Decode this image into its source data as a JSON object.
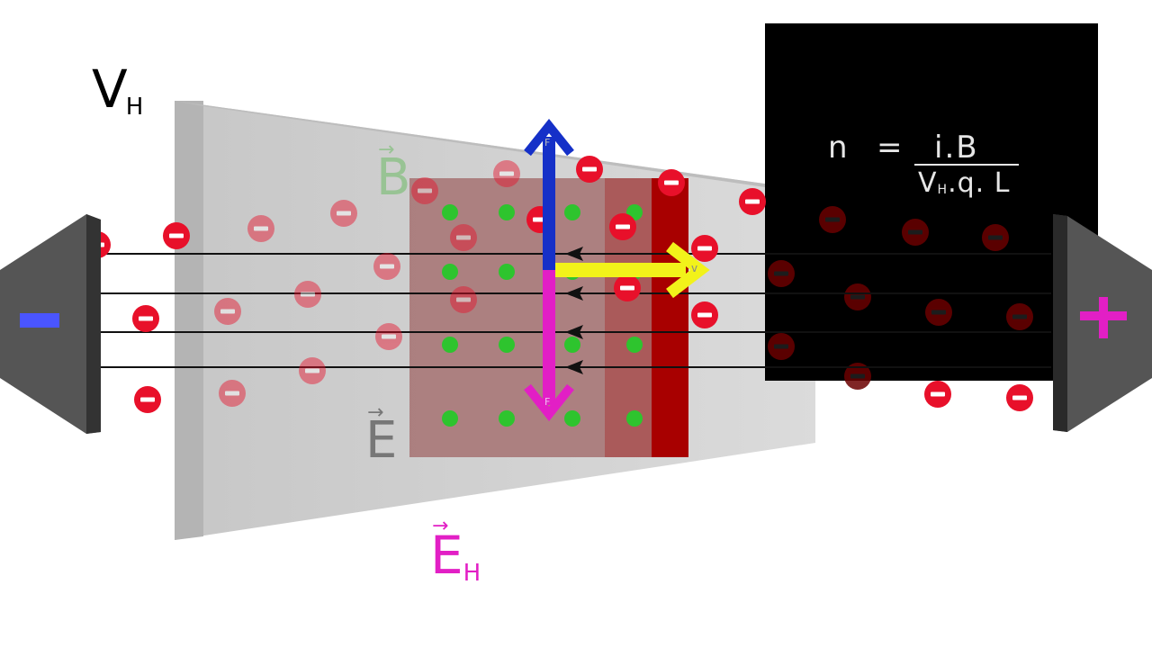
{
  "labels": {
    "hall_voltage": {
      "main": "V",
      "sub": "H"
    },
    "magnetic_field": {
      "main": "B"
    },
    "electric_field": {
      "main": "E"
    },
    "hall_field": {
      "main": "E",
      "sub": "H"
    },
    "force_magnetic": "F",
    "force_electric": "F",
    "velocity": "v",
    "arrow_glyph": "→"
  },
  "formula": {
    "lhs": "n",
    "equals": "=",
    "numerator": "i.B",
    "denominator_v": "V",
    "denominator_sub": "H",
    "denominator_rest": ".q. L"
  },
  "terminals": {
    "negative": "−",
    "positive": "+"
  },
  "colors": {
    "background": "#ffffff",
    "slab": "#c8c8c8",
    "region": "#a87070",
    "accumulation": "#a80000",
    "field_dot": "#2ec42e",
    "electron": "#e8102a",
    "force_up": "#1530c8",
    "force_down": "#e21fc5",
    "velocity_arrow": "#f2f21a",
    "panel": "#000000",
    "terminal": "#555555",
    "negative_sign": "#4a55ff",
    "positive_sign": "#e21fc5",
    "hall_label": "#e21fc5",
    "b_label": "#8fc28a"
  },
  "icons": {
    "electron": "minus-circle",
    "field_dot": "dot-out-of-page",
    "current_direction": "arrowhead-left"
  }
}
